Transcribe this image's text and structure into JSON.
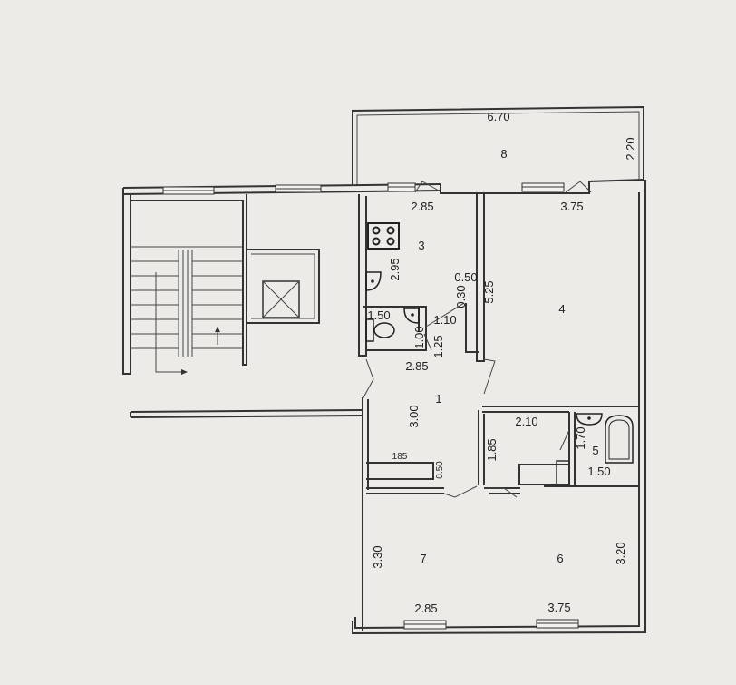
{
  "plan": {
    "rooms": {
      "r1": "1",
      "r3": "3",
      "r4": "4",
      "r5": "5",
      "r6": "6",
      "r7": "7",
      "r8": "8"
    },
    "dimensions": {
      "balcony_width": "6.70",
      "balcony_depth": "2.20",
      "kitchen_width": "2.85",
      "room4_width": "3.75",
      "kitchen_length": "2.95",
      "niche_a": "0.50",
      "niche_b": "0.30",
      "room4_length": "5.25",
      "wc_width": "1.50",
      "wc_depth": "1.10",
      "wc_a": "1.00",
      "wc_b": "1.25",
      "hall_width": "2.85",
      "hall_length": "3.00",
      "corridor_width": "2.10",
      "bath_depth": "1.70",
      "bath_width": "1.50",
      "corridor_length": "1.85",
      "closet_width": "185",
      "closet_depth": "0.50",
      "room7_length": "3.30",
      "room7_width": "2.85",
      "room6_width": "3.75",
      "room6_length": "3.20"
    }
  }
}
